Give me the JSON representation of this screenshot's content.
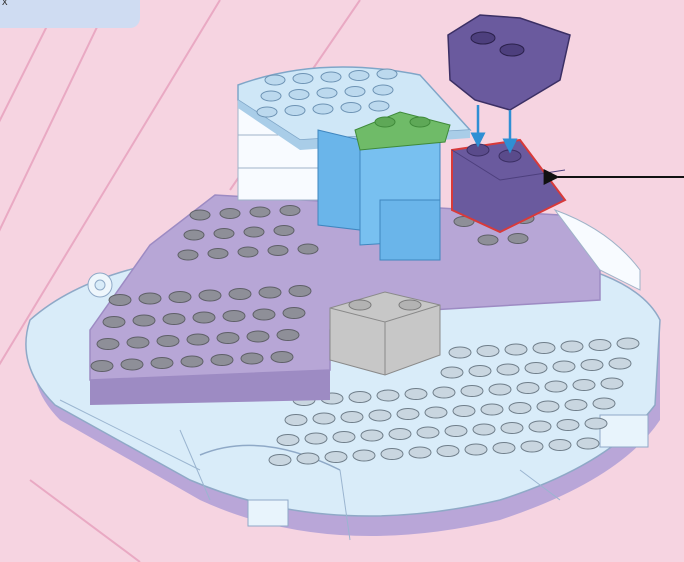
{
  "instruction": {
    "callout_mark": "x",
    "colors": {
      "background": "#f6d4e1",
      "callout_box": "#cfdcf2",
      "guide_lines": "#e9a9c3",
      "baseplate": "#d9ecf9",
      "baseplate_edge": "#b9a6d8",
      "lavender": "#b7a6d6",
      "lavender_dark": "#9d8bc3",
      "medium_blue": "#6ab5ea",
      "bright_green": "#6fbb68",
      "transparent_light_blue": "#cfe7f7",
      "light_gray": "#c7c7c7",
      "dark_purple": "#6a5a9e",
      "new_part_outline": "#d83a3a",
      "arrow": "#2f8fd4",
      "pointer": "#111111"
    },
    "parts": [
      {
        "id": "new-brick",
        "color_name": "dark_purple",
        "type": "2x2 corner plate"
      },
      {
        "id": "placed-brick",
        "color_name": "dark_purple",
        "type": "2x2 brick",
        "highlighted": true
      },
      {
        "id": "gray-brick",
        "color_name": "light_gray",
        "type": "2x2 brick"
      },
      {
        "id": "blue-column",
        "color_name": "medium_blue",
        "type": "column"
      },
      {
        "id": "green-plate",
        "color_name": "bright_green",
        "type": "2x2 plate"
      },
      {
        "id": "top-plate",
        "color_name": "transparent_light_blue",
        "type": "quarter round plate"
      }
    ]
  }
}
